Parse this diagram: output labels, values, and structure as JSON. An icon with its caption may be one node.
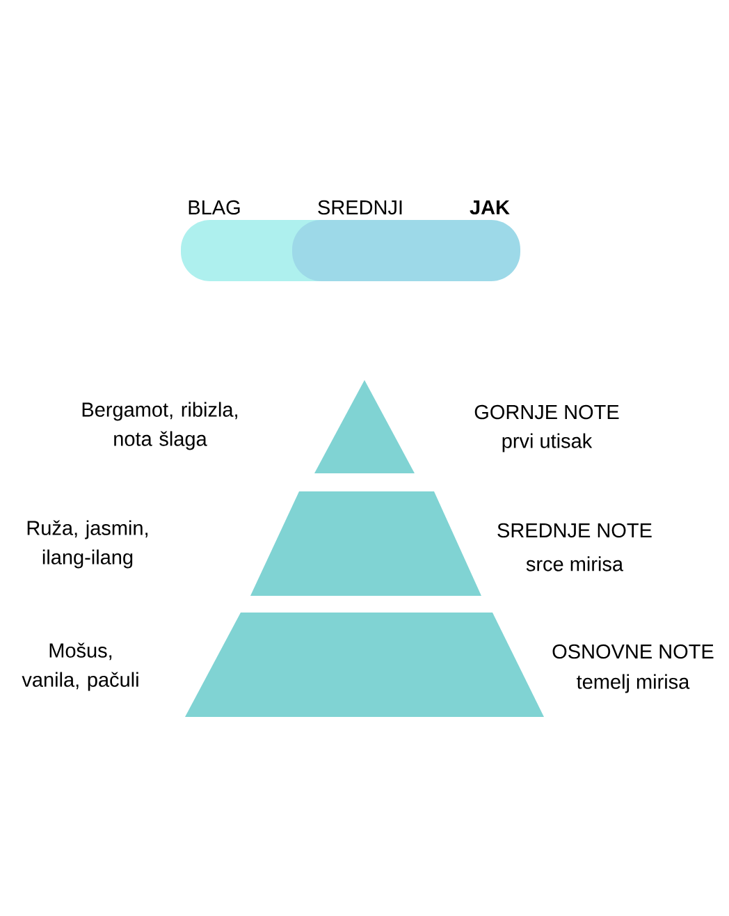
{
  "diagram": {
    "nodes": [
      {
        "text": [],
        "shape": "triangle",
        "beside": [
          "GORNJE NOTE",
          "prvi utisak"
        ]
      },
      {
        "text": [],
        "shape": "trapezoid",
        "beside": [
          "SREDNJE NOTE",
          "srce mirisa"
        ]
      },
      {
        "text": [],
        "shape": "trapezoid",
        "beside": [
          "OSNOVNE NOTE",
          "temelj mirisa"
        ]
      }
    ],
    "edges": [],
    "labels": [
      "BLAG",
      "SREDNJI",
      "JAK",
      "Bergamot, ribizla, nota šlaga",
      "Ruža, jasmin, ilang-ilang",
      "Mošus, vanila, pačuli"
    ]
  }
}
